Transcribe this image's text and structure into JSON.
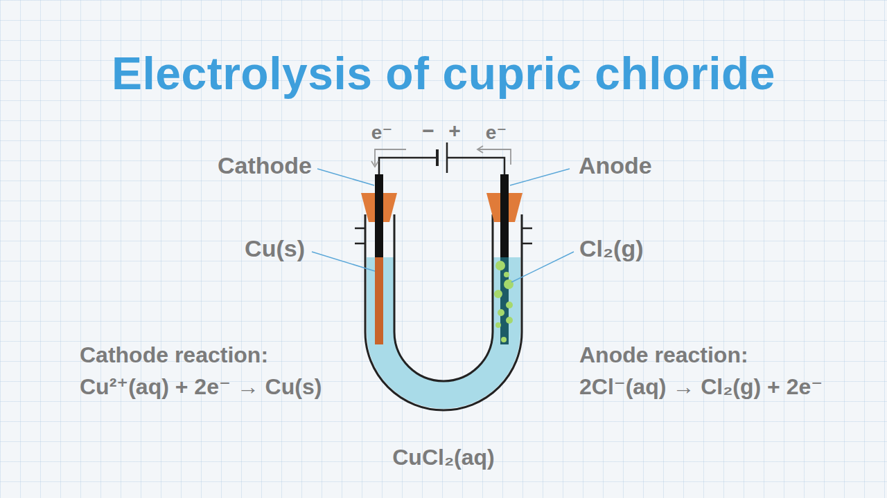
{
  "diagram": {
    "title": "Electrolysis of cupric chloride",
    "labels": [
      "e⁻",
      "−",
      "+",
      "e⁻",
      "Cathode",
      "Anode",
      "Cu(s)",
      "Cl₂(g)",
      "Cathode reaction:",
      "Cu²⁺(aq) + 2e⁻ → Cu(s)",
      "Anode reaction:",
      "2Cl⁻(aq) → Cl₂(g) + 2e⁻",
      "CuCl₂(aq)"
    ]
  }
}
